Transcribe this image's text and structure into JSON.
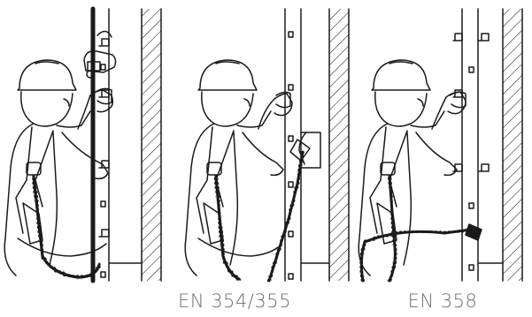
{
  "captions": {
    "left": "EN 354/355",
    "right": "EN 358"
  },
  "panels": [
    {
      "id": "rope-grab-on-ladder",
      "depicts": "worker-with-harness-and-rope-grab"
    },
    {
      "id": "hook-on-rung",
      "depicts": "worker-with-harness-and-lanyard-hook"
    },
    {
      "id": "work-positioning",
      "depicts": "worker-with-harness-and-positioning-lanyard"
    }
  ],
  "colors": {
    "line": "#1a1a1a",
    "caption": "#6f6f6f",
    "background": "#ffffff"
  }
}
